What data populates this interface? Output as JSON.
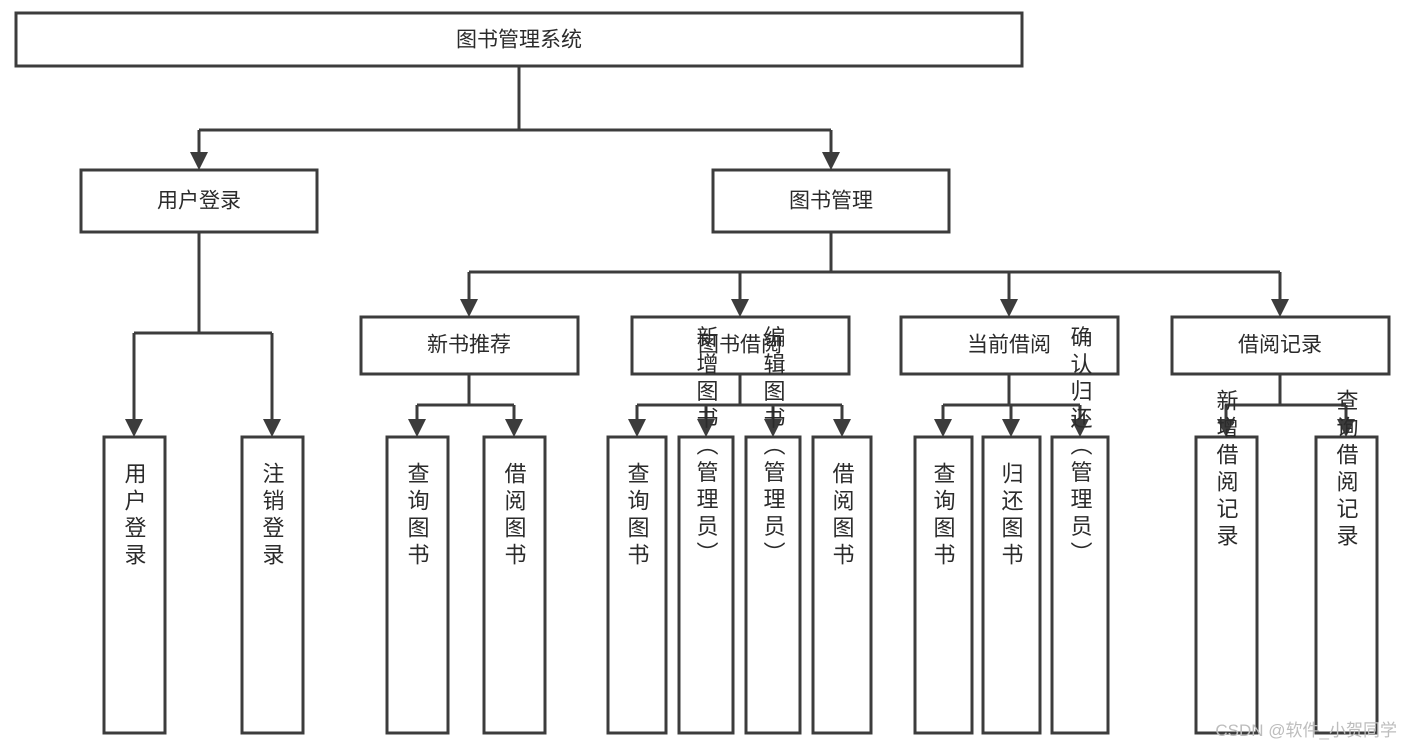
{
  "diagram": {
    "title": "图书管理系统",
    "type": "hierarchy-tree",
    "root": {
      "id": "root",
      "label": "图书管理系统",
      "orientation": "horizontal"
    },
    "level1": [
      {
        "id": "user-login",
        "label": "用户登录",
        "orientation": "horizontal"
      },
      {
        "id": "book-manage",
        "label": "图书管理",
        "orientation": "horizontal"
      }
    ],
    "level2": [
      {
        "id": "new-book-recommend",
        "label": "新书推荐",
        "orientation": "horizontal",
        "parent": "book-manage"
      },
      {
        "id": "book-borrow",
        "label": "图书借阅",
        "orientation": "horizontal",
        "parent": "book-manage"
      },
      {
        "id": "current-borrow",
        "label": "当前借阅",
        "orientation": "horizontal",
        "parent": "book-manage"
      },
      {
        "id": "borrow-record",
        "label": "借阅记录",
        "orientation": "horizontal",
        "parent": "book-manage"
      }
    ],
    "leaves": [
      {
        "id": "leaf-user-login",
        "label": "用户登录",
        "orientation": "vertical",
        "parent": "user-login"
      },
      {
        "id": "leaf-user-logout",
        "label": "注销登录",
        "orientation": "vertical",
        "parent": "user-login"
      },
      {
        "id": "leaf-query-book-1",
        "label": "查询图书",
        "orientation": "vertical",
        "parent": "new-book-recommend"
      },
      {
        "id": "leaf-borrow-book-1",
        "label": "借阅图书",
        "orientation": "vertical",
        "parent": "new-book-recommend"
      },
      {
        "id": "leaf-query-book-2",
        "label": "查询图书",
        "orientation": "vertical",
        "parent": "book-borrow"
      },
      {
        "id": "leaf-add-book",
        "label": "新增图书（管理员）",
        "orientation": "vertical",
        "parent": "book-borrow"
      },
      {
        "id": "leaf-edit-book",
        "label": "编辑图书（管理员）",
        "orientation": "vertical",
        "parent": "book-borrow"
      },
      {
        "id": "leaf-borrow-book-2",
        "label": "借阅图书",
        "orientation": "vertical",
        "parent": "book-borrow"
      },
      {
        "id": "leaf-query-book-3",
        "label": "查询图书",
        "orientation": "vertical",
        "parent": "current-borrow"
      },
      {
        "id": "leaf-return-book",
        "label": "归还图书",
        "orientation": "vertical",
        "parent": "current-borrow"
      },
      {
        "id": "leaf-confirm-return",
        "label": "确认归还（管理员）",
        "orientation": "vertical",
        "parent": "current-borrow"
      },
      {
        "id": "leaf-add-record",
        "label": "新增借阅记录",
        "orientation": "vertical",
        "parent": "borrow-record"
      },
      {
        "id": "leaf-query-record",
        "label": "查询借阅记录",
        "orientation": "vertical",
        "parent": "borrow-record"
      }
    ],
    "colors": {
      "stroke": "#3c3c3c",
      "fill": "#ffffff",
      "text": "#2b2b2b",
      "watermark": "#bdbdbd",
      "background": "#ffffff"
    }
  },
  "watermark": {
    "text": "CSDN @软件_小贺同学"
  }
}
